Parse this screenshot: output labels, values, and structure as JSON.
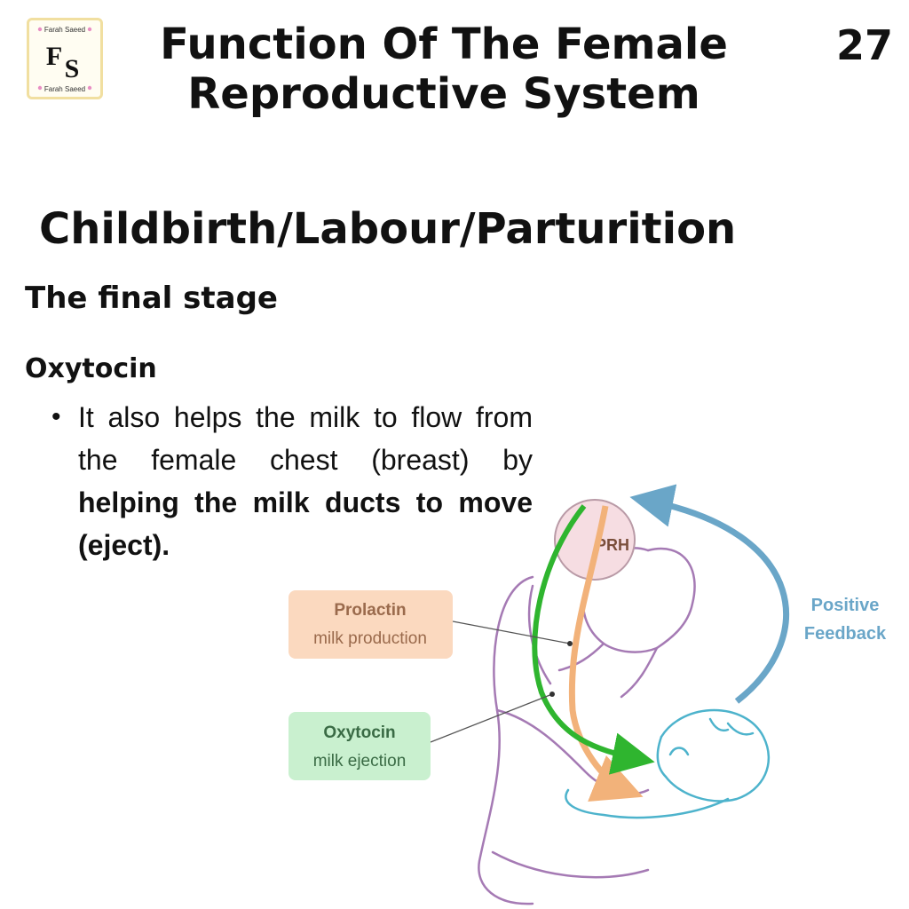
{
  "logo": {
    "top_text": "Farah Saeed",
    "bottom_text": "Farah Saeed",
    "initial_f": "F",
    "initial_s": "S"
  },
  "header": {
    "title": "Function Of The Female Reproductive System",
    "page_number": "27"
  },
  "section": {
    "title": "Childbirth/Labour/Parturition",
    "subtitle": "The final stage",
    "hormone": "Oxytocin",
    "bullet_plain": "It also helps the milk to flow from the female chest (breast) by ",
    "bullet_bold": "helping the milk ducts to move (eject)."
  },
  "diagram": {
    "brain_label": "PRH",
    "prolactin_title": "Prolactin",
    "prolactin_sub": "milk production",
    "oxytocin_title": "Oxytocin",
    "oxytocin_sub": "milk ejection",
    "feedback_line1": "Positive",
    "feedback_line2": "Feedback",
    "colors": {
      "prolactin_box": "#fbd9bf",
      "prolactin_text": "#9a6a4c",
      "oxytocin_box": "#c9f0cf",
      "oxytocin_text": "#3a6b45",
      "green_arrow": "#2fb52f",
      "orange_arrow": "#f2b27a",
      "blue_arrow": "#6aa6c8",
      "figure_outline": "#a57ab4",
      "baby_outline": "#4db3cc"
    }
  }
}
